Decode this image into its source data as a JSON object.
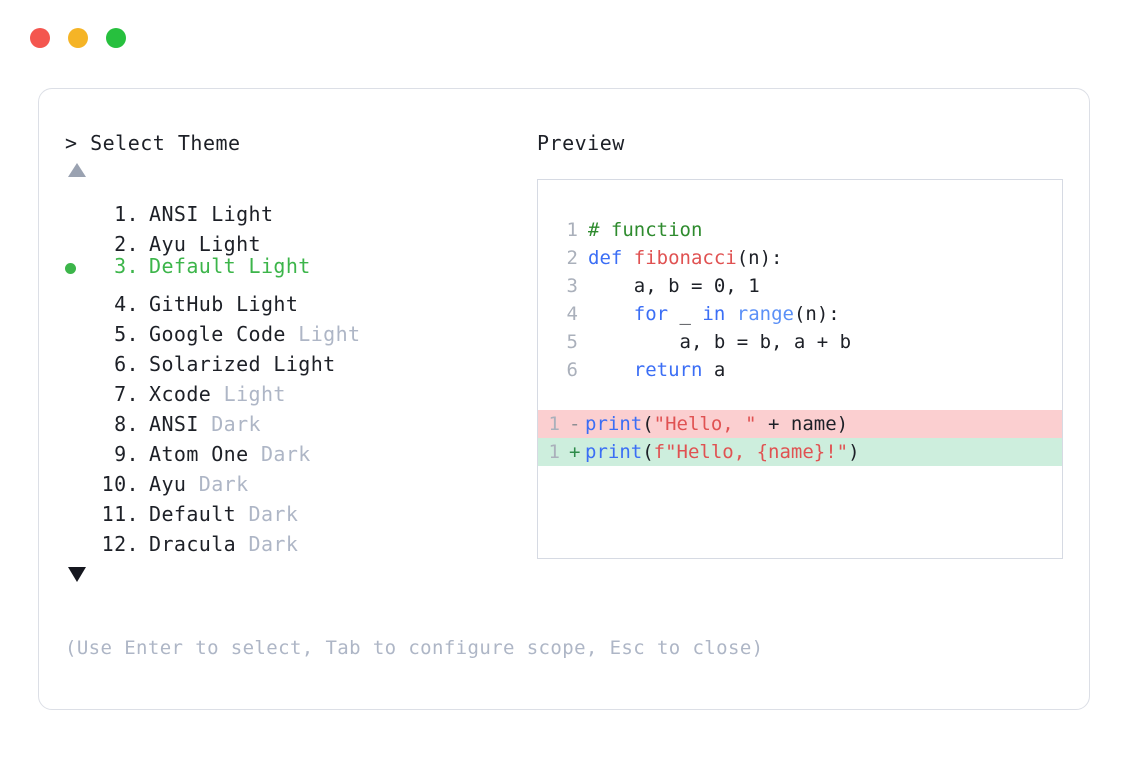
{
  "window": {
    "controls": [
      {
        "name": "close",
        "color": "#f4564f"
      },
      {
        "name": "minimize",
        "color": "#f5b426"
      },
      {
        "name": "maximize",
        "color": "#27c03e"
      }
    ]
  },
  "left": {
    "prompt": "> Select Theme",
    "scroll_up_icon": "triangle-up-icon",
    "scroll_down_icon": "triangle-down-icon",
    "items": [
      {
        "index": "1.",
        "name": "ANSI",
        "variant": "Light",
        "variant_muted": false,
        "selected": false,
        "bullet": false
      },
      {
        "index": "2.",
        "name": "Ayu",
        "variant": "Light",
        "variant_muted": false,
        "selected": false,
        "bullet": false
      },
      {
        "index": "3.",
        "name": "Default",
        "variant": "Light",
        "variant_muted": false,
        "selected": true,
        "bullet": true
      },
      {
        "index": "4.",
        "name": "GitHub",
        "variant": "Light",
        "variant_muted": false,
        "selected": false,
        "bullet": false
      },
      {
        "index": "5.",
        "name": "Google Code",
        "variant": "Light",
        "variant_muted": true,
        "selected": false,
        "bullet": false
      },
      {
        "index": "6.",
        "name": "Solarized",
        "variant": "Light",
        "variant_muted": false,
        "selected": false,
        "bullet": false
      },
      {
        "index": "7.",
        "name": "Xcode",
        "variant": "Light",
        "variant_muted": true,
        "selected": false,
        "bullet": false
      },
      {
        "index": "8.",
        "name": "ANSI",
        "variant": "Dark",
        "variant_muted": true,
        "selected": false,
        "bullet": false
      },
      {
        "index": "9.",
        "name": "Atom One",
        "variant": "Dark",
        "variant_muted": true,
        "selected": false,
        "bullet": false
      },
      {
        "index": "10.",
        "name": "Ayu",
        "variant": "Dark",
        "variant_muted": true,
        "selected": false,
        "bullet": false
      },
      {
        "index": "11.",
        "name": "Default",
        "variant": "Dark",
        "variant_muted": true,
        "selected": false,
        "bullet": false
      },
      {
        "index": "12.",
        "name": "Dracula",
        "variant": "Dark",
        "variant_muted": true,
        "selected": false,
        "bullet": false
      }
    ],
    "hint": "(Use Enter to select, Tab to configure scope, Esc to close)"
  },
  "right": {
    "title": "Preview",
    "code_lines": [
      {
        "ln": "1",
        "tokens": [
          {
            "t": "# function",
            "c": "comment"
          }
        ]
      },
      {
        "ln": "2",
        "tokens": [
          {
            "t": "def ",
            "c": "kw"
          },
          {
            "t": "fibonacci",
            "c": "fn"
          },
          {
            "t": "(n):",
            "c": "plain"
          }
        ]
      },
      {
        "ln": "3",
        "tokens": [
          {
            "t": "    a, b = ",
            "c": "plain"
          },
          {
            "t": "0",
            "c": "num"
          },
          {
            "t": ", ",
            "c": "plain"
          },
          {
            "t": "1",
            "c": "num"
          }
        ]
      },
      {
        "ln": "4",
        "tokens": [
          {
            "t": "    ",
            "c": "plain"
          },
          {
            "t": "for",
            "c": "kw"
          },
          {
            "t": " _ ",
            "c": "plain"
          },
          {
            "t": "in",
            "c": "kw"
          },
          {
            "t": " ",
            "c": "plain"
          },
          {
            "t": "range",
            "c": "builtin"
          },
          {
            "t": "(n):",
            "c": "plain"
          }
        ]
      },
      {
        "ln": "5",
        "tokens": [
          {
            "t": "        a, b = b, a + b",
            "c": "plain"
          }
        ]
      },
      {
        "ln": "6",
        "tokens": [
          {
            "t": "    ",
            "c": "plain"
          },
          {
            "t": "return",
            "c": "kw"
          },
          {
            "t": " a",
            "c": "plain"
          }
        ]
      }
    ],
    "diff_lines": [
      {
        "ln": "1",
        "sign": "-",
        "kind": "minus",
        "tokens": [
          {
            "t": "print",
            "c": "kw"
          },
          {
            "t": "(",
            "c": "plain"
          },
          {
            "t": "\"Hello, \"",
            "c": "str"
          },
          {
            "t": " + name)",
            "c": "plain"
          }
        ]
      },
      {
        "ln": "1",
        "sign": "+",
        "kind": "plus",
        "tokens": [
          {
            "t": "print",
            "c": "kw"
          },
          {
            "t": "(",
            "c": "plain"
          },
          {
            "t": "f\"Hello, {name}!\"",
            "c": "str"
          },
          {
            "t": ")",
            "c": "plain"
          }
        ]
      }
    ]
  },
  "colors": {
    "accent_green": "#3cb54a",
    "muted": "#aeb6c6",
    "diff_add_bg": "#cdeedd",
    "diff_del_bg": "#fbcfd0",
    "keyword": "#3b6ef5",
    "function": "#e05252",
    "comment": "#2e8b2e",
    "string": "#e05252"
  }
}
